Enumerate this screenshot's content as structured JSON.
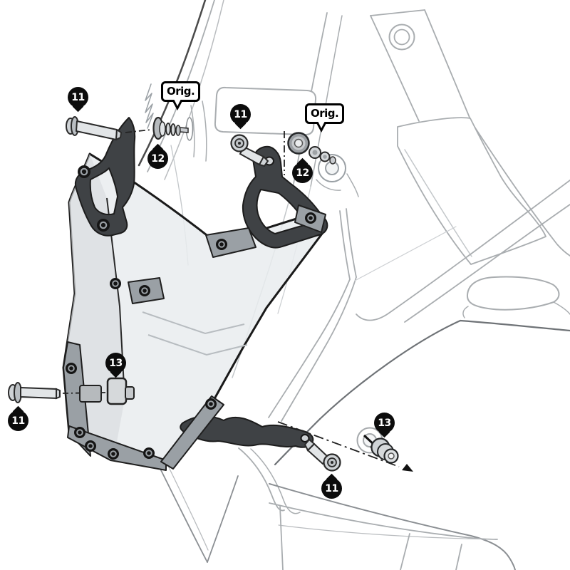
{
  "figure": {
    "kind": "exploded-assembly-diagram",
    "subject": "motorcycle windscreen mounting kit installation",
    "colors": {
      "background": "#ffffff",
      "outline": "#1a1a1a",
      "fairing_line": "#a9adb0",
      "bracket": "#3f4245",
      "trim": "#9aa0a5",
      "screen_fill": "#e9ecee",
      "callout_bg": "#0c0c0c",
      "callout_text": "#ffffff"
    }
  },
  "orig_labels": [
    {
      "text": "Orig."
    },
    {
      "text": "Orig."
    }
  ],
  "callouts": [
    {
      "id": "11-top-left",
      "label": "11",
      "part": "button-head-screw"
    },
    {
      "id": "12-top-left",
      "label": "12",
      "part": "spacer-washer-stack"
    },
    {
      "id": "11-top-middle",
      "label": "11",
      "part": "button-head-screw"
    },
    {
      "id": "12-top-middle",
      "label": "12",
      "part": "well-nut-grommet"
    },
    {
      "id": "13-left",
      "label": "13",
      "part": "rubber-mount-block"
    },
    {
      "id": "11-bottom-left",
      "label": "11",
      "part": "button-head-screw"
    },
    {
      "id": "13-bottom-right",
      "label": "13",
      "part": "rubber-grommet"
    },
    {
      "id": "11-bottom",
      "label": "11",
      "part": "button-head-screw"
    }
  ]
}
